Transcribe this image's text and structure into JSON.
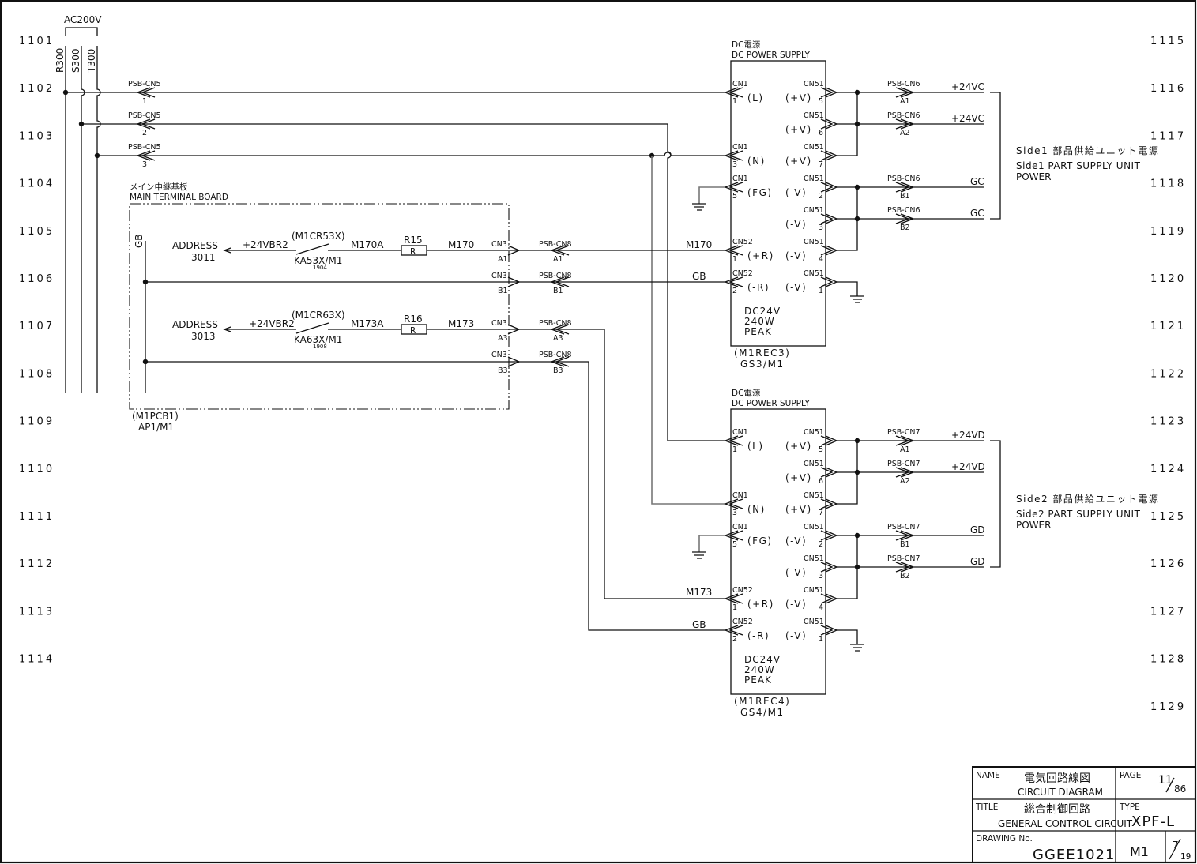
{
  "sheet": {
    "row_numbers_left": [
      "1101",
      "1102",
      "1103",
      "1104",
      "1105",
      "1106",
      "1107",
      "1108",
      "1109",
      "1110",
      "1111",
      "1112",
      "1113",
      "1114"
    ],
    "row_numbers_right": [
      "1115",
      "1116",
      "1117",
      "1118",
      "1119",
      "1120",
      "1121",
      "1122",
      "1123",
      "1124",
      "1125",
      "1126",
      "1127",
      "1128",
      "1129"
    ]
  },
  "power_bus": {
    "label": "AC200V",
    "lines": [
      "R300",
      "S300",
      "T300"
    ],
    "connector": "PSB-CN5",
    "pins": [
      "1",
      "2",
      "3"
    ]
  },
  "main_board": {
    "title_jp": "メイン中継基板",
    "title_en": "MAIN TERMINAL BOARD",
    "ref": "(M1PCB1)",
    "code": "AP1/M1",
    "gb_label": "GB",
    "circuits": [
      {
        "address_label": "ADDRESS",
        "address": "3011",
        "supply": "+24VBR2",
        "relay": "(M1CR53X)",
        "contact": "KA53X/M1",
        "contact_ref": "1904",
        "wire_a": "M170A",
        "resistor": "R15",
        "resistor_symbol": "R",
        "wire_b": "M170",
        "cn3_a": "A1",
        "cn3_b": "B1"
      },
      {
        "address_label": "ADDRESS",
        "address": "3013",
        "supply": "+24VBR2",
        "relay": "(M1CR63X)",
        "contact": "KA63X/M1",
        "contact_ref": "1908",
        "wire_a": "M173A",
        "resistor": "R16",
        "resistor_symbol": "R",
        "wire_b": "M173",
        "cn3_a": "A3",
        "cn3_b": "B3"
      }
    ],
    "connector": "CN3",
    "psb_connector": "PSB-CN8"
  },
  "power_supplies": [
    {
      "title_jp": "DC電源",
      "title_en": "DC POWER SUPPLY",
      "ref": "(M1REC3)",
      "code": "GS3/M1",
      "rating": [
        "DC24V",
        "240W",
        "PEAK"
      ],
      "inputs": [
        {
          "cn": "CN1",
          "pin": "1",
          "func": "(L)"
        },
        {
          "cn": "CN1",
          "pin": "3",
          "func": "(N)"
        },
        {
          "cn": "CN1",
          "pin": "5",
          "func": "(FG)"
        },
        {
          "cn": "CN52",
          "pin": "1",
          "func": "(+R)",
          "wire": "M170"
        },
        {
          "cn": "CN52",
          "pin": "2",
          "func": "(-R)",
          "wire": "GB"
        }
      ],
      "outputs": [
        {
          "cn": "CN51",
          "pin": "5",
          "func": "(+V)"
        },
        {
          "cn": "CN51",
          "pin": "6",
          "func": "(+V)"
        },
        {
          "cn": "CN51",
          "pin": "7",
          "func": "(+V)"
        },
        {
          "cn": "CN51",
          "pin": "2",
          "func": "(-V)"
        },
        {
          "cn": "CN51",
          "pin": "3",
          "func": "(-V)"
        },
        {
          "cn": "CN51",
          "pin": "4",
          "func": "(-V)"
        },
        {
          "cn": "CN51",
          "pin": "1",
          "func": "(-V)"
        }
      ],
      "unit_connector": "PSB-CN6",
      "unit_pins": [
        {
          "pin": "A1",
          "signal": "+24VC"
        },
        {
          "pin": "A2",
          "signal": "+24VC"
        },
        {
          "pin": "B1",
          "signal": "GC"
        },
        {
          "pin": "B2",
          "signal": "GC"
        }
      ],
      "unit_label_jp": "Side1 部品供給ユニット電源",
      "unit_label_en_1": "Side1 PART SUPPLY UNIT",
      "unit_label_en_2": "POWER"
    },
    {
      "title_jp": "DC電源",
      "title_en": "DC POWER SUPPLY",
      "ref": "(M1REC4)",
      "code": "GS4/M1",
      "rating": [
        "DC24V",
        "240W",
        "PEAK"
      ],
      "inputs": [
        {
          "cn": "CN1",
          "pin": "1",
          "func": "(L)"
        },
        {
          "cn": "CN1",
          "pin": "3",
          "func": "(N)"
        },
        {
          "cn": "CN1",
          "pin": "5",
          "func": "(FG)"
        },
        {
          "cn": "CN52",
          "pin": "1",
          "func": "(+R)",
          "wire": "M173"
        },
        {
          "cn": "CN52",
          "pin": "2",
          "func": "(-R)",
          "wire": "GB"
        }
      ],
      "outputs": [
        {
          "cn": "CN51",
          "pin": "5",
          "func": "(+V)"
        },
        {
          "cn": "CN51",
          "pin": "6",
          "func": "(+V)"
        },
        {
          "cn": "CN51",
          "pin": "7",
          "func": "(+V)"
        },
        {
          "cn": "CN51",
          "pin": "2",
          "func": "(-V)"
        },
        {
          "cn": "CN51",
          "pin": "3",
          "func": "(-V)"
        },
        {
          "cn": "CN51",
          "pin": "4",
          "func": "(-V)"
        },
        {
          "cn": "CN51",
          "pin": "1",
          "func": "(-V)"
        }
      ],
      "unit_connector": "PSB-CN7",
      "unit_pins": [
        {
          "pin": "A1",
          "signal": "+24VD"
        },
        {
          "pin": "A2",
          "signal": "+24VD"
        },
        {
          "pin": "B1",
          "signal": "GD"
        },
        {
          "pin": "B2",
          "signal": "GD"
        }
      ],
      "unit_label_jp": "Side2 部品供給ユニット電源",
      "unit_label_en_1": "Side2 PART SUPPLY UNIT",
      "unit_label_en_2": "POWER"
    }
  ],
  "title_block": {
    "name_label": "NAME",
    "name_jp": "電気回路線図",
    "name_en": "CIRCUIT DIAGRAM",
    "page_label": "PAGE",
    "page_num": "11",
    "page_total": "86",
    "title_label": "TITLE",
    "title_jp": "総合制御回路",
    "title_en": "GENERAL CONTROL CIRCUIT",
    "type_label": "TYPE",
    "type_value": "XPF-L",
    "drawing_label": "DRAWING No.",
    "drawing_no": "GGEE1021",
    "section": "M1",
    "sheet_num": "7",
    "sheet_total": "19"
  }
}
